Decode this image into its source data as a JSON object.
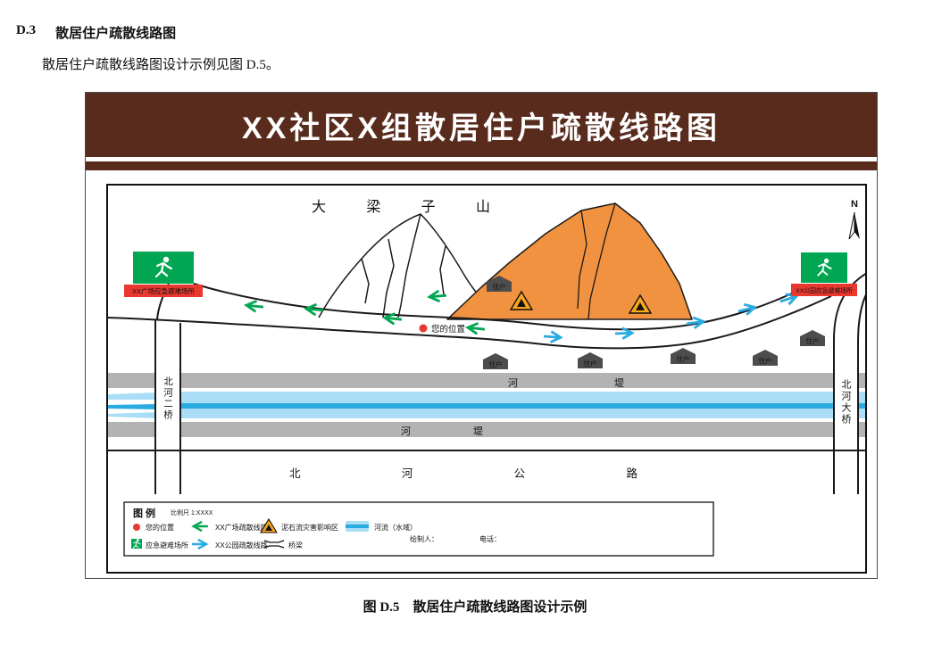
{
  "doc": {
    "section_number": "D.3",
    "section_title": "散居住户疏散线路图",
    "intro_text": "散居住户疏散线路图设计示例见图 D.5。",
    "figure_caption": "图 D.5　散居住户疏散线路图设计示例"
  },
  "figure": {
    "banner_title": "XX社区X组散居住户疏散线路图",
    "map": {
      "mountain_name": "大梁子山",
      "north_label": "N",
      "your_location_label": "您的位置",
      "house_label": "住户",
      "left_shelter_label": "XX广场应急避难场所",
      "right_shelter_label": "XX公园应急避难场所",
      "left_bridge_label": "北河二桥",
      "right_bridge_label": "北河大桥",
      "embankment_top_label": "河堤",
      "embankment_bottom_label": "河堤",
      "road_name": "北河公路"
    },
    "legend": {
      "title": "图 例",
      "scale_label": "比例尺 1:XXXX",
      "items": {
        "your_location": "您的位置",
        "plaza_route": "XX广场疏散线路",
        "debris_flow_zone": "泥石流灾害影响区",
        "river_water": "河流（水域）",
        "shelter": "应急避难场所",
        "park_route": "XX公园疏散线路",
        "bridge": "桥梁"
      },
      "drawn_by_label": "绘制人：",
      "phone_label": "电话："
    },
    "colors": {
      "banner_brown": "#582b1d",
      "mountain_orange": "#f0923f",
      "route_green": "#00a651",
      "route_blue": "#29abe2",
      "sign_red": "#e8382f",
      "river_light": "#aaddf6",
      "river_dark": "#2aabe2",
      "embankment_gray": "#b3b3b3"
    }
  }
}
